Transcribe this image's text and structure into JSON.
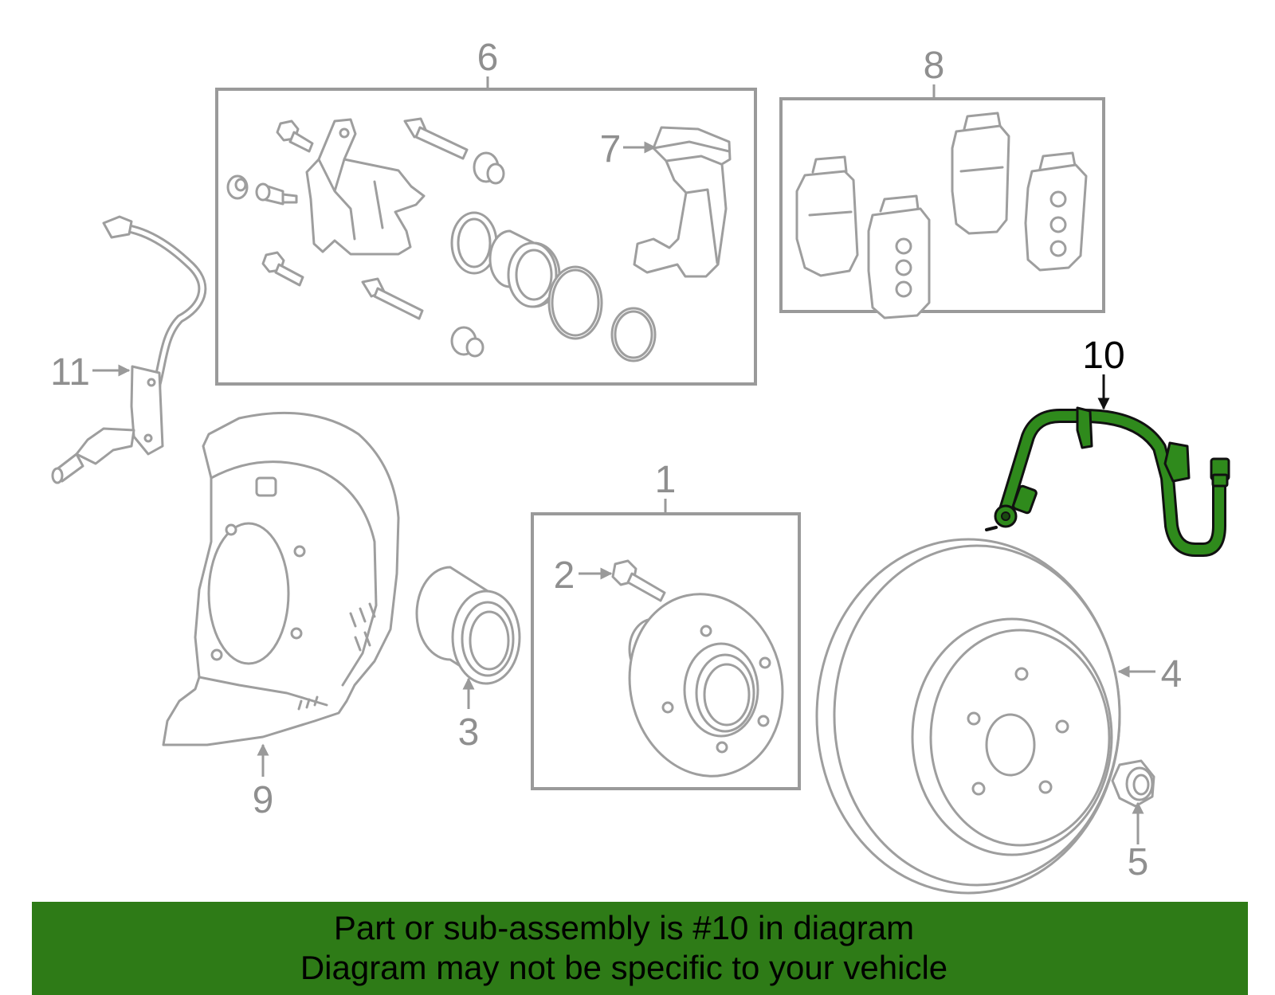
{
  "callouts": {
    "c1": "1",
    "c2": "2",
    "c3": "3",
    "c4": "4",
    "c5": "5",
    "c6": "6",
    "c7": "7",
    "c8": "8",
    "c9": "9",
    "c10": "10",
    "c11": "11"
  },
  "banner": {
    "line1": "Part or sub-assembly is #10 in diagram",
    "line2": "Diagram may not be specific to your vehicle"
  },
  "colors": {
    "highlight": "#2f8a1c",
    "banner_background": "#2e7b17",
    "part_lines": "#9e9e9e",
    "callout_text": "#8f8f8f",
    "highlight_callout_text": "#000000"
  }
}
